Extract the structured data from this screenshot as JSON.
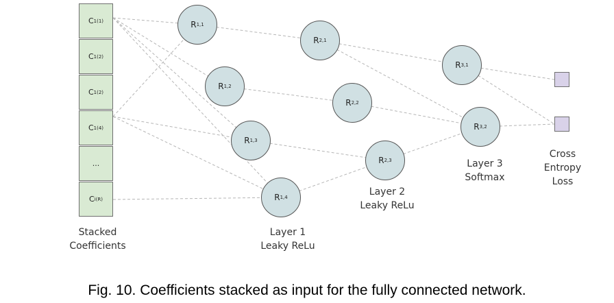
{
  "input_cells": [
    {
      "main": "C",
      "sub": "1",
      "sup": "(1)"
    },
    {
      "main": "C",
      "sub": "1",
      "sup": "(2)"
    },
    {
      "main": "C",
      "sub": "1",
      "sup": "(2)"
    },
    {
      "main": "C",
      "sub": "1",
      "sup": "(4)"
    },
    {
      "main": "...",
      "sub": "",
      "sup": ""
    },
    {
      "main": "C",
      "sub": "i",
      "sup": "(R)"
    }
  ],
  "nodes": [
    {
      "id": "r11",
      "main": "R",
      "sub": "1,1"
    },
    {
      "id": "r12",
      "main": "R",
      "sub": "1,2"
    },
    {
      "id": "r13",
      "main": "R",
      "sub": "1,3"
    },
    {
      "id": "r14",
      "main": "R",
      "sub": "1,4"
    },
    {
      "id": "r21",
      "main": "R",
      "sub": "2,1"
    },
    {
      "id": "r22",
      "main": "R",
      "sub": "2,2"
    },
    {
      "id": "r23",
      "main": "R",
      "sub": "2,3"
    },
    {
      "id": "r31",
      "main": "R",
      "sub": "3,1"
    },
    {
      "id": "r32",
      "main": "R",
      "sub": "3,2"
    }
  ],
  "labels": {
    "input_line1": "Stacked",
    "input_line2": "Coefficients",
    "layer1_line1": "Layer 1",
    "layer1_line2": "Leaky ReLu",
    "layer2_line1": "Layer 2",
    "layer2_line2": "Leaky ReLu",
    "layer3_line1": "Layer 3",
    "layer3_line2": "Softmax",
    "loss_line1": "Cross",
    "loss_line2": "Entropy",
    "loss_line3": "Loss"
  },
  "caption": "Fig. 10. Coefficients stacked as input for the fully connected network.",
  "colors": {
    "input_fill": "#d9ead3",
    "node_fill": "#d0e0e3",
    "output_fill": "#d9d2e9",
    "edge": "#b5b5b5"
  }
}
